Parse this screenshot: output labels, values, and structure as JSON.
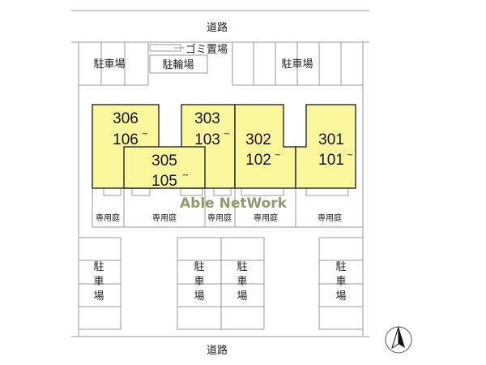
{
  "roads": {
    "top": "道路",
    "bottom": "道路"
  },
  "top_area": {
    "parking_left": "駐車場",
    "parking_right": "駐車場",
    "bicycle": "駐輪場",
    "garbage": "ゴミ置場"
  },
  "units": [
    {
      "upper": "306",
      "lower": "106"
    },
    {
      "upper": "303",
      "lower": "103"
    },
    {
      "upper": "305",
      "lower": "105"
    },
    {
      "upper": "302",
      "lower": "102"
    },
    {
      "upper": "301",
      "lower": "101"
    }
  ],
  "range_mark": "~",
  "gardens": [
    "専用庭",
    "専用庭",
    "専用庭",
    "専用庭",
    "専用庭"
  ],
  "bottom_parking": {
    "c1": "駐",
    "c2": "車",
    "c3": "場"
  },
  "watermark": "Able NetWork",
  "colors": {
    "building": "#fbf79c"
  },
  "compass": "north-arrow"
}
